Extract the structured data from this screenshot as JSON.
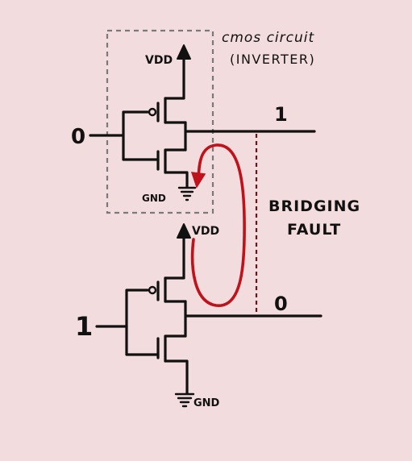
{
  "annotation": {
    "line1": "cmos circuit",
    "line2": "(INVERTER)"
  },
  "top_inverter": {
    "input": "0",
    "output": "1",
    "vdd": "VDD",
    "gnd": "GND"
  },
  "bottom_inverter": {
    "input": "1",
    "output": "0",
    "vdd": "VDD",
    "gnd": "GND"
  },
  "fault": {
    "line1": "BRIDGING",
    "line2": "FAULT"
  },
  "colors": {
    "background": "#f3dcdd",
    "ink": "#111111",
    "output_value": "#1c2a6b",
    "fault_label": "#6a1616",
    "fault_arrow": "#c0121a",
    "box": "#7a7a7a",
    "annotation": "#555555"
  }
}
